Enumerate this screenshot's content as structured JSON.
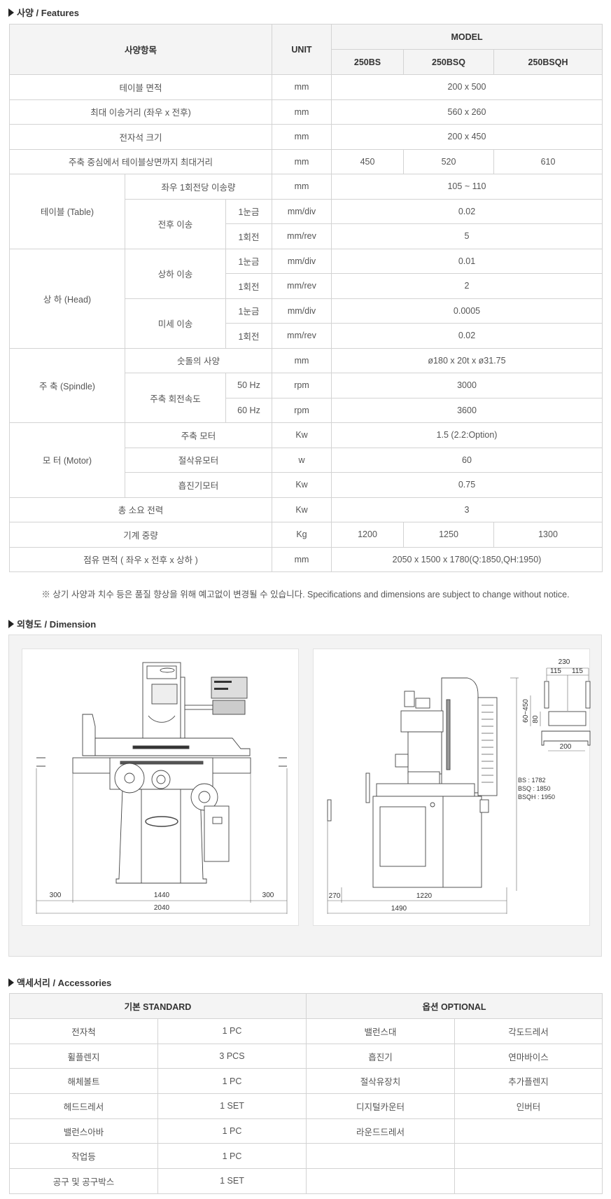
{
  "features": {
    "heading": "사양 / Features",
    "header": {
      "item": "사양항목",
      "unit": "UNIT",
      "model": "MODEL",
      "models": [
        "250BS",
        "250BSQ",
        "250BSQH"
      ]
    },
    "rows": {
      "table_area": {
        "label": "테이블 면적",
        "unit": "mm",
        "value": "200 x 500"
      },
      "max_travel": {
        "label": "최대 이송거리 (좌우 x 전후)",
        "unit": "mm",
        "value": "560 x 260"
      },
      "magnet_size": {
        "label": "전자석 크기",
        "unit": "mm",
        "value": "200 x 450"
      },
      "spindle_to_table": {
        "label": "주축 중심에서 테이블상면까지 최대거리",
        "unit": "mm",
        "values": [
          "450",
          "520",
          "610"
        ]
      },
      "table_group": {
        "label": "테이블 (Table)",
        "lr_feed": {
          "label": "좌우 1회전당 이송량",
          "unit": "mm",
          "value": "105 ~ 110"
        },
        "fb_feed": {
          "label": "전후 이송",
          "div_label": "1눈금",
          "div_unit": "mm/div",
          "div_value": "0.02",
          "rev_label": "1회전",
          "rev_unit": "mm/rev",
          "rev_value": "5"
        }
      },
      "head_group": {
        "label": "상 하 (Head)",
        "vertical": {
          "label": "상하 이송",
          "div_label": "1눈금",
          "div_unit": "mm/div",
          "div_value": "0.01",
          "rev_label": "1회전",
          "rev_unit": "mm/rev",
          "rev_value": "2"
        },
        "fine": {
          "label": "미세 이송",
          "div_label": "1눈금",
          "div_unit": "mm/div",
          "div_value": "0.0005",
          "rev_label": "1회전",
          "rev_unit": "mm/rev",
          "rev_value": "0.02"
        }
      },
      "spindle_group": {
        "label": "주 축 (Spindle)",
        "wheel": {
          "label": "숫돌의 사양",
          "unit": "mm",
          "value": "ø180 x 20t x ø31.75"
        },
        "speed": {
          "label": "주축 회전속도",
          "hz50": "50 Hz",
          "unit50": "rpm",
          "value50": "3000",
          "hz60": "60 Hz",
          "unit60": "rpm",
          "value60": "3600"
        }
      },
      "motor_group": {
        "label": "모 터 (Motor)",
        "spindle_motor": {
          "label": "주축 모터",
          "unit": "Kw",
          "value": "1.5 (2.2:Option)"
        },
        "coolant_motor": {
          "label": "절삭유모터",
          "unit": "w",
          "value": "60"
        },
        "dust_motor": {
          "label": "흡진기모터",
          "unit": "Kw",
          "value": "0.75"
        }
      },
      "total_power": {
        "label": "총 소요 전력",
        "unit": "Kw",
        "value": "3"
      },
      "weight": {
        "label": "기계 중량",
        "unit": "Kg",
        "values": [
          "1200",
          "1250",
          "1300"
        ]
      },
      "floor_space": {
        "label": "점유 면적 ( 좌우 x 전후 x 상하 )",
        "unit": "mm",
        "value": "2050 x 1500 x 1780(Q:1850,QH:1950)"
      }
    }
  },
  "notice": "※ 상기 사양과 치수 등은 품질 향상을 위해 예고없이 변경될 수 있습니다. Specifications and dimensions are subject to change without notice.",
  "dimension": {
    "heading": "외형도 / Dimension",
    "front": {
      "left": "300",
      "center": "1440",
      "right": "300",
      "total": "2040"
    },
    "side": {
      "left": "270",
      "center": "1220",
      "total": "1490",
      "heights": [
        "BS : 1782",
        "BSQ : 1850",
        "BSQH : 1950"
      ]
    },
    "wheel_detail": {
      "total": "230",
      "half_left": "115",
      "half_right": "115",
      "range": "60~450",
      "height": "80",
      "width": "200"
    }
  },
  "accessories": {
    "heading": "액세서리 / Accessories",
    "standard_header": "기본 STANDARD",
    "optional_header": "옵션 OPTIONAL",
    "standard": [
      {
        "name": "전자척",
        "qty": "1 PC"
      },
      {
        "name": "휠플렌지",
        "qty": "3 PCS"
      },
      {
        "name": "해체볼트",
        "qty": "1 PC"
      },
      {
        "name": "헤드드레서",
        "qty": "1 SET"
      },
      {
        "name": "밸런스아바",
        "qty": "1 PC"
      },
      {
        "name": "작업등",
        "qty": "1 PC"
      },
      {
        "name": "공구 및 공구박스",
        "qty": "1 SET"
      }
    ],
    "optional_col1": [
      "밸런스대",
      "흡진기",
      "절삭유장치",
      "디지털카운터",
      "라운드드레서"
    ],
    "optional_col2": [
      "각도드레서",
      "연마바이스",
      "추가플렌지",
      "인버터"
    ]
  }
}
